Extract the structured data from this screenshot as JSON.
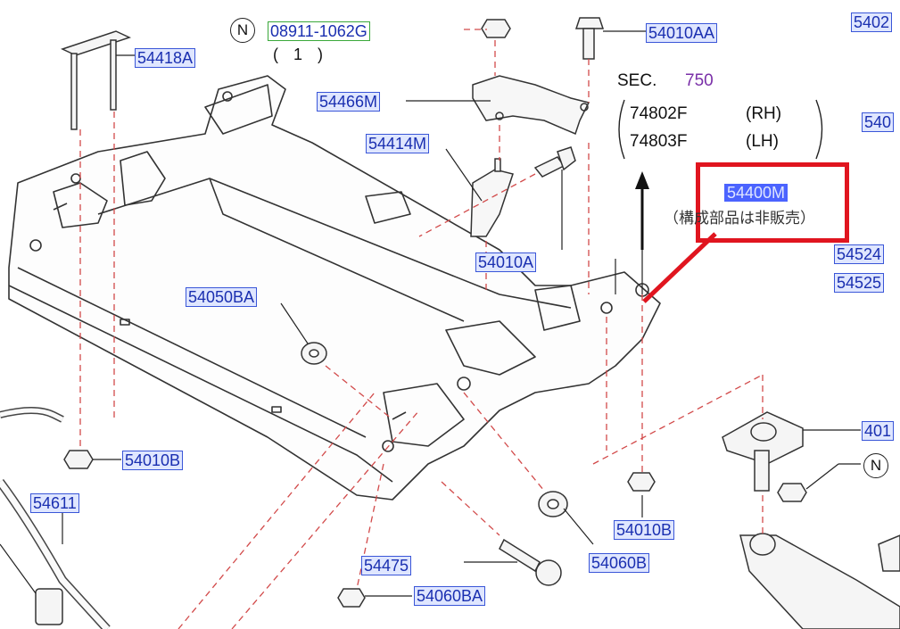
{
  "diagram": {
    "notes": {
      "n_symbol": "N",
      "qty": "( 1 )",
      "sec_prefix": "SEC.",
      "sec_number": "750",
      "rh_part": "74802F",
      "rh_side": "(RH)",
      "lh_part": "74803F",
      "lh_side": "(LH)",
      "highlight_note": "（構成部品は非販売）",
      "n_symbol_right": "N"
    },
    "labels": {
      "p08911": "08911-1062G",
      "p54010AA": "54010AA",
      "p54418A": "54418A",
      "p54466M": "54466M",
      "p54414M": "54414M",
      "p54400M": "54400M",
      "p54010A": "54010A",
      "p54050BA": "54050BA",
      "p54010B_left": "54010B",
      "p54611": "54611",
      "p54010B_right": "54010B",
      "p54060B": "54060B",
      "p54475": "54475",
      "p54060BA": "54060BA",
      "p5402x": "5402",
      "p540x": "540",
      "p54524": "54524",
      "p54525": "54525",
      "p401": "401"
    },
    "colors": {
      "highlight_box": "#e0151f",
      "label_fill": "#dfe6ff",
      "label_border": "#3a56d8",
      "dash": "#d24a4a"
    }
  }
}
